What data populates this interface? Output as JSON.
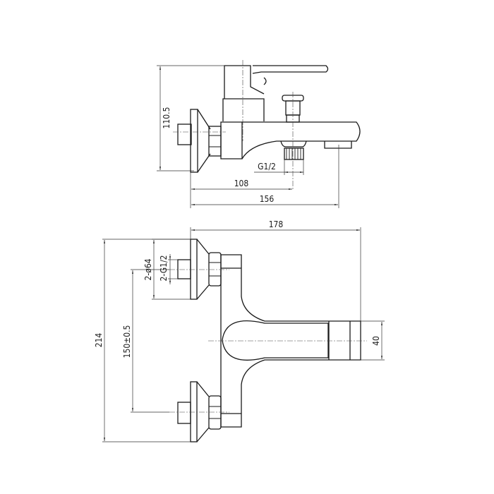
{
  "side_view": {
    "height_dim": "110.5",
    "thread_dim": "G1/2",
    "outlet_dim": "108",
    "depth_dim": "156"
  },
  "front_view": {
    "width_dim": "178",
    "height_dim": "214",
    "flange_dim": "2-ø64",
    "inlet_thread_dim": "2-G1/2",
    "center_distance_dim": "150±0.5",
    "spout_width_dim": "40"
  }
}
